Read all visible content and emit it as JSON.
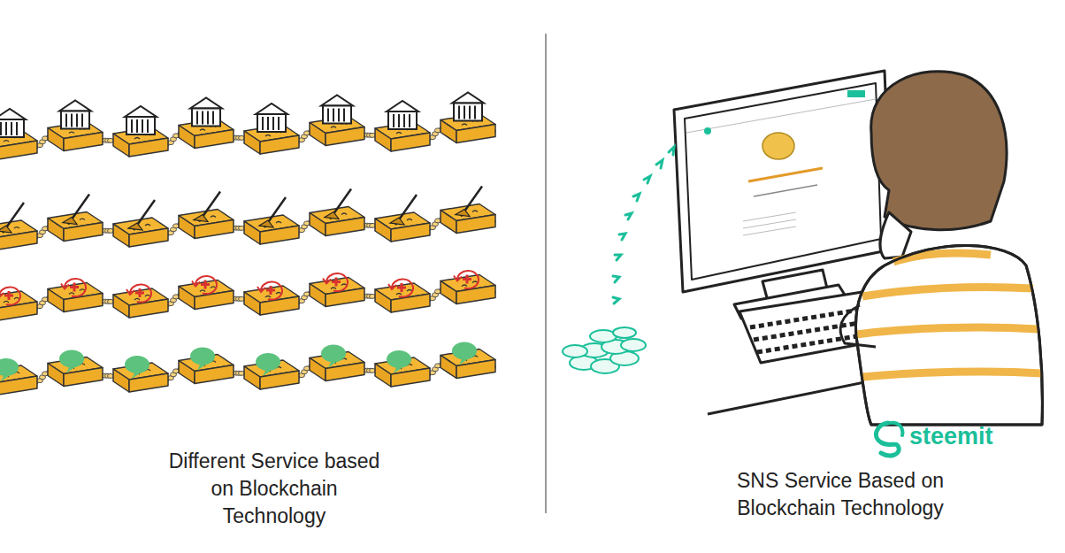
{
  "diagram": {
    "labels": [
      "Different Service based on Blockchain Technology",
      "SNS Service Based on Blockchain Technology",
      "steemit"
    ]
  }
}
